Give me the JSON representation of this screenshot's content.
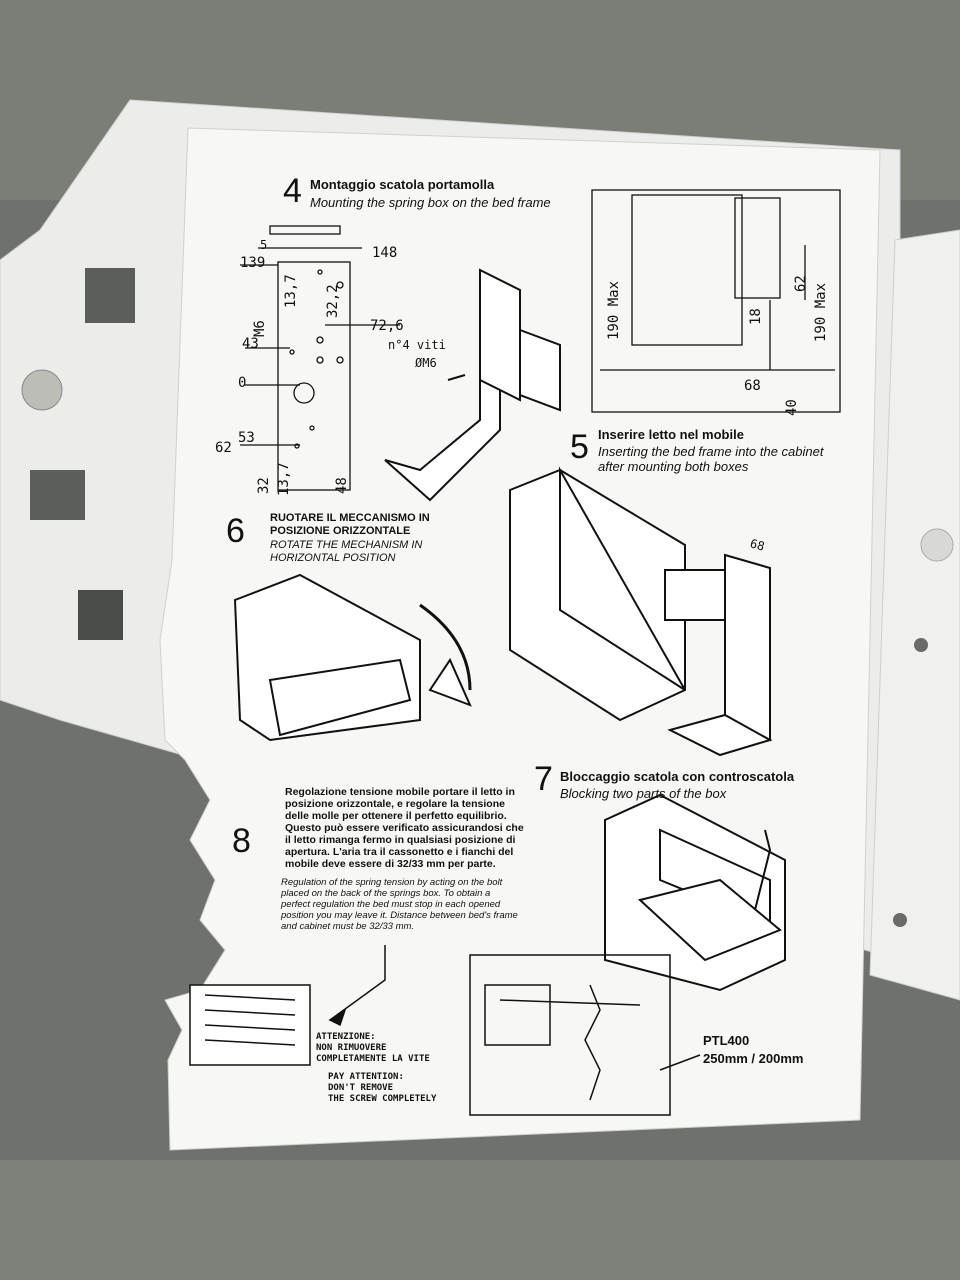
{
  "steps": {
    "s4": {
      "num": "4",
      "title_it": "Montaggio scatola portamolla",
      "title_en": "Mounting the spring box on the bed frame"
    },
    "s5": {
      "num": "5",
      "title_it": "Inserire letto nel mobile",
      "title_en_1": "Inserting the bed frame into the cabinet",
      "title_en_2": "after mounting both boxes"
    },
    "s6": {
      "num": "6",
      "title_it_1": "RUOTARE IL MECCANISMO IN",
      "title_it_2": "POSIZIONE ORIZZONTALE",
      "title_en_1": "ROTATE THE MECHANISM IN",
      "title_en_2": "HORIZONTAL POSITION"
    },
    "s7": {
      "num": "7",
      "title_it": "Bloccaggio scatola con  controscatola",
      "title_en": "Blocking two parts of the box"
    },
    "s8": {
      "num": "8",
      "text_it": "Regolazione tensione mobile portare il letto in posizione orizzontale, e regolare la tensione delle molle per ottenere il perfetto equilibrio. Questo può essere verificato assicurandosi che il letto rimanga fermo in qualsiasi posizione di apertura. L'aria tra il cassonetto e i fianchi del mobile deve essere di 32/33 mm per parte.",
      "text_en": "Regulation of the spring tension by acting on the bolt placed on the back of the springs box. To obtain a perfect regulation the bed must stop in each opened position you may leave it. Distance between bed's frame and cabinet must be 32/33 mm.",
      "warn_it_1": "ATTENZIONE:",
      "warn_it_2": "NON RIMUOVERE",
      "warn_it_3": "COMPLETAMENTE LA VITE",
      "warn_en_1": "PAY ATTENTION:",
      "warn_en_2": "DON'T REMOVE",
      "warn_en_3": "THE SCREW COMPLETELY"
    }
  },
  "dims4": {
    "d5": "5",
    "d139": "139",
    "d148": "148",
    "d137a": "13,7",
    "d322": "32,2",
    "dm6": "M6",
    "d726": "72,6",
    "d43": "43",
    "screws_1": "n°4 viti",
    "screws_2": "ØM6",
    "d0": "0",
    "d53": "53",
    "d62": "62",
    "d32": "32",
    "d137b": "13,7",
    "d48": "48"
  },
  "dimsTop": {
    "d190a": "190 Max",
    "d62": "62",
    "d190b": "190 Max",
    "d18": "18",
    "d68": "68",
    "d40": "40"
  },
  "dims5": {
    "d68": "68"
  },
  "ptl": {
    "model": "PTL400",
    "size": "250mm / 200mm"
  },
  "colors": {
    "paper": "#f7f7f5",
    "background": "#6f726c",
    "metal": "#ececea",
    "ink": "#111111"
  }
}
